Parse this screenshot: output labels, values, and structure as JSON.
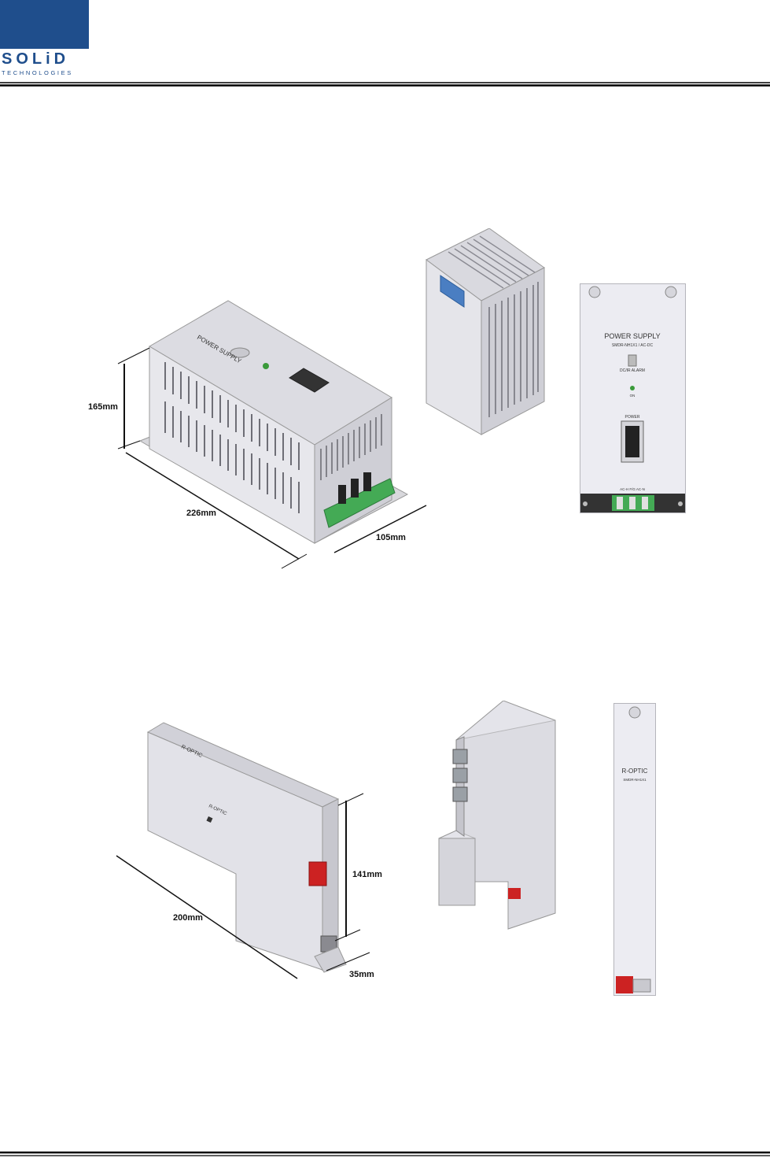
{
  "header": {
    "logo_brand": "SOLiD",
    "logo_sub": "TECHNOLOGIES",
    "brand_color": "#1f4e8c"
  },
  "power_supply": {
    "dims": {
      "height": "165mm",
      "length": "226mm",
      "depth": "105mm"
    },
    "top_label": "POWER SUPPLY",
    "front_panel": {
      "title": "POWER SUPPLY",
      "model": "SMDR-NH1X1 / AC-DC",
      "alarm_label": "DC/IR ALARM",
      "led_label": "ON",
      "power_label": "POWER",
      "terminal_labels": "AC-H  F/G  AC-N"
    }
  },
  "r_optic": {
    "dims": {
      "length": "200mm",
      "height": "141mm",
      "depth": "35mm"
    },
    "top_label": "R-OPTIC",
    "front_panel": {
      "title": "R-OPTIC",
      "model": "SMDR-NH1X1"
    }
  }
}
